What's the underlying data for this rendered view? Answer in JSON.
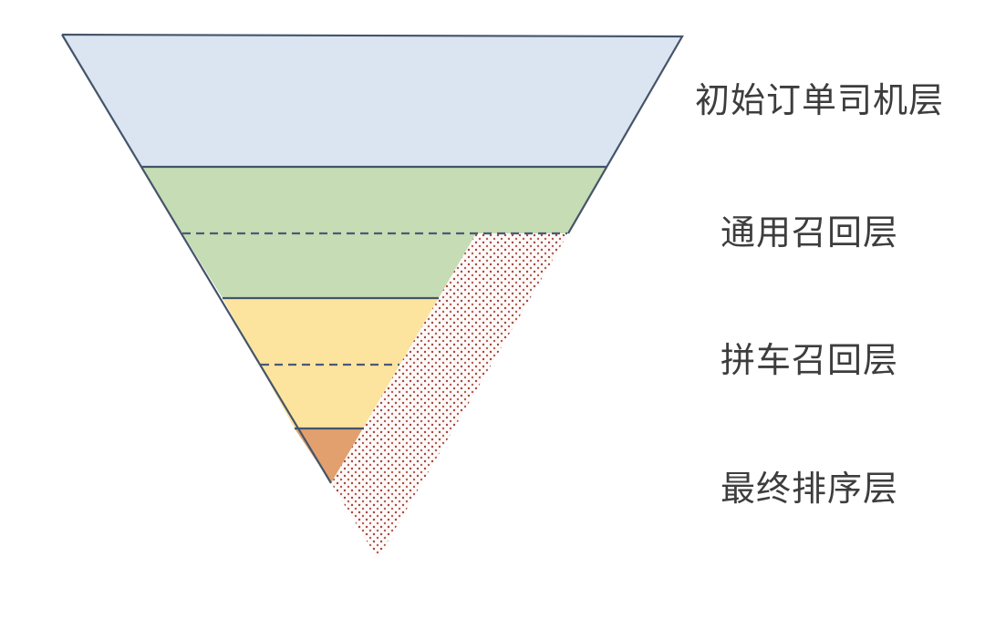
{
  "diagram": {
    "type": "inverted-funnel",
    "background": "#ffffff",
    "layers": [
      {
        "id": "initial-order-driver",
        "label": "初始订单司机层",
        "fill": "#dbe5f1"
      },
      {
        "id": "general-recall",
        "label": "通用召回层",
        "fill": "#c6dcb4"
      },
      {
        "id": "carpool-recall",
        "label": "拼车召回层",
        "fill": "#fce49f"
      },
      {
        "id": "final-ranking",
        "label": "最终排序层",
        "fill": "#e2a06e"
      }
    ],
    "cutaway": {
      "description": "dotted-sliver-region",
      "dot_color": "#9c4840",
      "dot_alt_color": "#b8584c",
      "dot_background": "#fdf9f8"
    },
    "colors": {
      "outline": "#44546a",
      "dashed_line": "#4a5a78",
      "label_text": "#3d3d3d"
    }
  }
}
